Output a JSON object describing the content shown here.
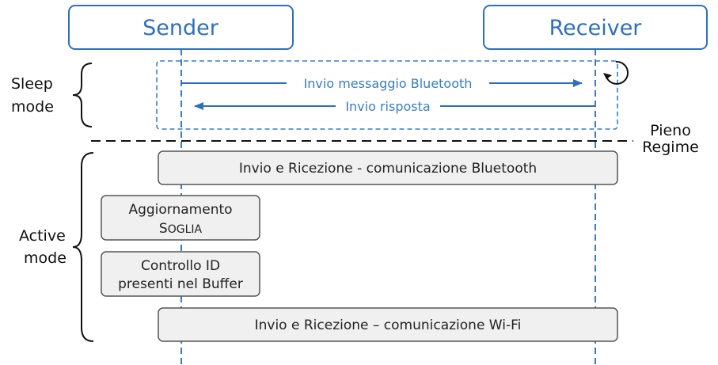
{
  "participants": {
    "sender": "Sender",
    "receiver": "Receiver"
  },
  "phases": {
    "sleep_line1": "Sleep",
    "sleep_line2": "mode",
    "active_line1": "Active",
    "active_line2": "mode",
    "steady_line1": "Pieno",
    "steady_line2": "Regime"
  },
  "messages": {
    "request": "Invio messaggio Bluetooth",
    "response": "Invio risposta"
  },
  "processes": {
    "bluetooth": "Invio e Ricezione - comunicazione Bluetooth",
    "threshold_line1": "Aggiornamento",
    "threshold_line2_cap": "S",
    "threshold_line2_rest": "OGLIA",
    "buffer_line1": "Controllo ID",
    "buffer_line2": "presenti nel Buffer",
    "wifi": "Invio e Ricezione – comunicazione Wi-Fi"
  },
  "colors": {
    "accent": "#2e6fbd",
    "dashed_lifeline": "#3a7cc8",
    "box_fill": "#f0f0f0",
    "box_stroke": "#555555"
  }
}
